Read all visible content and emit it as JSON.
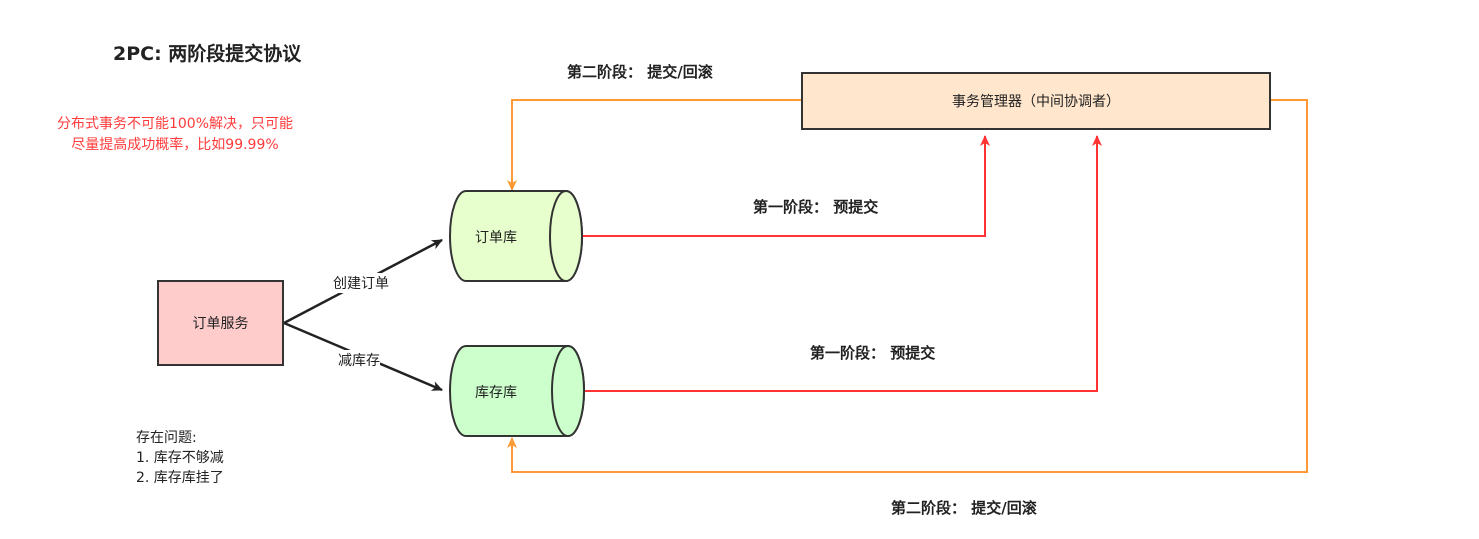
{
  "title": "2PC: 两阶段提交协议",
  "note": {
    "line1": "分布式事务不可能100%解决，只可能",
    "line2": "尽量提高成功概率，比如99.99%",
    "color": "#ff3b3b"
  },
  "issues": {
    "heading": "存在问题:",
    "item1": "1. 库存不够减",
    "item2": "2. 库存库挂了"
  },
  "nodes": {
    "order_service": "订单服务",
    "order_db": "订单库",
    "stock_db": "库存库",
    "tx_manager": "事务管理器（中间协调者）"
  },
  "edges": {
    "create_order": "创建订单",
    "reduce_stock": "减库存"
  },
  "phases": {
    "phase2_top": "第二阶段： 提交/回滚",
    "phase1_order": "第一阶段： 预提交",
    "phase1_stock": "第一阶段： 预提交",
    "phase2_bottom": "第二阶段： 提交/回滚"
  },
  "colors": {
    "order_service_fill": "#ffcccc",
    "order_db_fill": "#e6ffcc",
    "stock_db_fill": "#ccffcc",
    "tx_manager_fill": "#ffe6cc",
    "phase1_line": "#ff3333",
    "phase2_line": "#ff9933"
  }
}
